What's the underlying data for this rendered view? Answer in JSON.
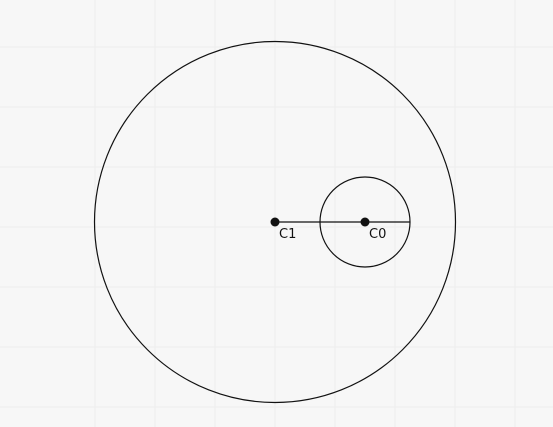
{
  "diagram": {
    "background_color": "#f7f7f7",
    "stroke_color": "#111111",
    "grid_color": "#ededed",
    "points": [
      {
        "id": "c1",
        "label": "C1"
      },
      {
        "id": "c0",
        "label": "C0"
      }
    ]
  }
}
